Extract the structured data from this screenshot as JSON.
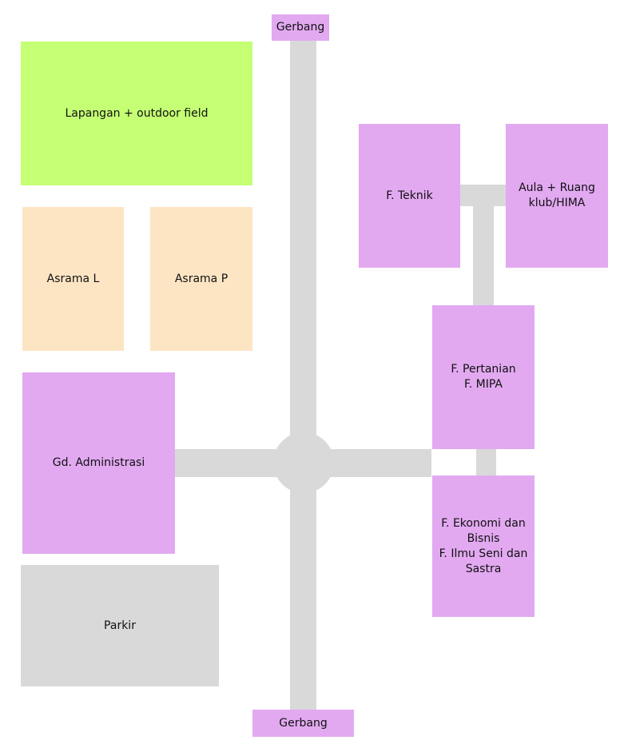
{
  "colors": {
    "road": "#d9d9d9",
    "faculty": "#e2a9f1",
    "field": "#c5ff74",
    "dorm": "#fde5c4",
    "parking": "#d9d9d9"
  },
  "gates": {
    "north": "Gerbang",
    "south": "Gerbang"
  },
  "blocks": {
    "field": "Lapangan + outdoor field",
    "dorm_male": "Asrama L",
    "dorm_female": "Asrama P",
    "administration": "Gd. Administrasi",
    "parking": "Parkir",
    "engineering": "F. Teknik",
    "hall": "Aula + Ruang\nklub/HIMA",
    "agri_science": "F. Pertanian\nF. MIPA",
    "econ_arts": "F. Ekonomi dan\nBisnis\nF. Ilmu Seni dan\nSastra"
  }
}
